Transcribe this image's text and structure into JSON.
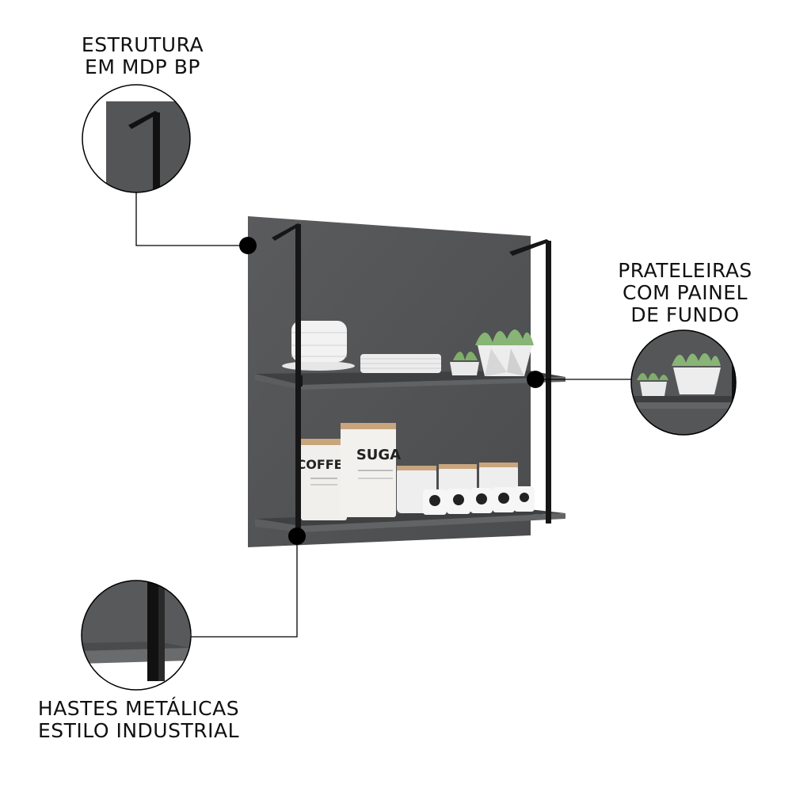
{
  "labels": {
    "top": [
      "ESTRUTURA",
      "EM MDP BP"
    ],
    "right": [
      "PRATELEIRAS",
      "COM PAINEL",
      "DE FUNDO"
    ],
    "bottom": [
      "HASTES METÁLICAS",
      "ESTILO INDUSTRIAL"
    ]
  },
  "jars": {
    "coffee": "COFFEE",
    "sugar": "SUGA"
  },
  "colors": {
    "panel": "#545557",
    "shelf": "#4a4b4d",
    "metal": "#161616",
    "callout": "#000000"
  }
}
